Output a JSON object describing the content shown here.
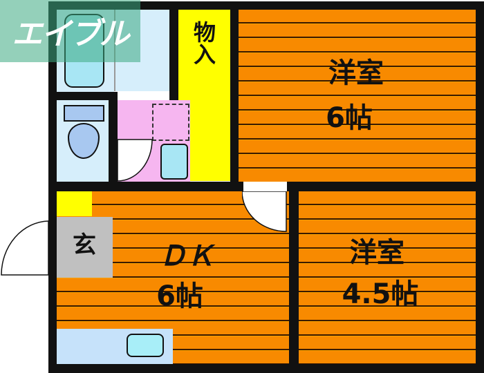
{
  "logo": {
    "text": "エイブル"
  },
  "rooms": {
    "western1": {
      "name": "洋室",
      "size": "6帖"
    },
    "western2": {
      "name": "洋室",
      "size": "4.5帖"
    },
    "dk": {
      "name": "ＤＫ",
      "size": "6帖"
    },
    "closet": {
      "label": "物入"
    },
    "entrance": {
      "label": "玄"
    }
  },
  "colors": {
    "floor": "#f88a00",
    "closet": "#ffff00",
    "wet": "#d6eefb",
    "washroom": "#f6b6f0",
    "entrance": "#c0c0c0"
  }
}
